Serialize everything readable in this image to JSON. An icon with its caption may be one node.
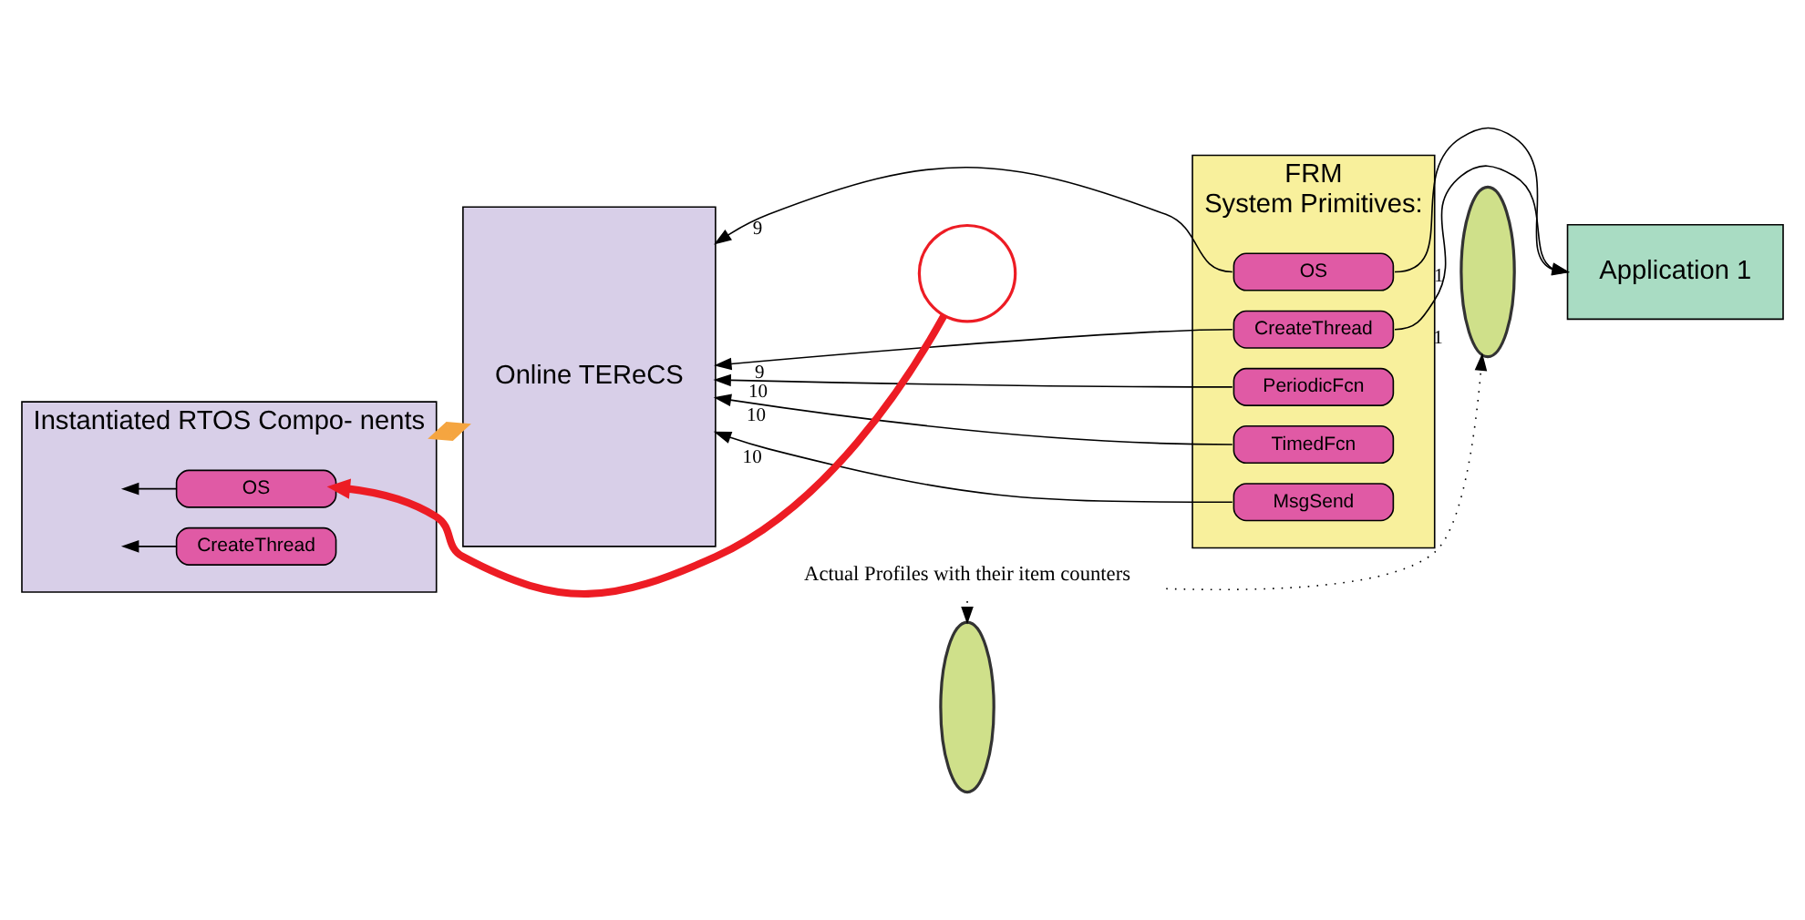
{
  "diagram": {
    "nodes": [
      {
        "text": [
          "Instantiated RTOS Compo- nents"
        ]
      },
      {
        "text": [
          "OS"
        ],
        "in": 0
      },
      {
        "text": [
          "CreateThread"
        ],
        "in": 0
      },
      {
        "text": [
          "Online TEReCS"
        ]
      },
      {
        "text": [
          "FRM",
          "System Primitives:"
        ]
      },
      {
        "text": [
          "OS"
        ],
        "in": 4
      },
      {
        "text": [
          "CreateThread"
        ],
        "in": 4
      },
      {
        "text": [
          "PeriodicFcn"
        ],
        "in": 4
      },
      {
        "text": [
          "TimedFcn"
        ],
        "in": 4
      },
      {
        "text": [
          "MsgSend"
        ],
        "in": 4
      },
      {
        "text": [
          "Application 1"
        ]
      },
      {
        "text": [],
        "shape": "ellipse"
      },
      {
        "text": [],
        "shape": "circle"
      },
      {
        "text": [],
        "shape": "ellipse"
      },
      {
        "text": [
          "Actual Profiles with their item counters"
        ]
      }
    ],
    "edges": [
      {
        "from": 12,
        "to": 1,
        "arrow": "to",
        "style": "thick",
        "color": "#ed1c24"
      },
      {
        "from": 1,
        "to": null,
        "arrow": "to"
      },
      {
        "from": 2,
        "to": null,
        "arrow": "to"
      },
      {
        "from": 0,
        "to": 3,
        "arrow": "both",
        "style": "thick",
        "color": "#f5a540"
      },
      {
        "from": 5,
        "to": 3,
        "arrow": "to",
        "label": "9"
      },
      {
        "from": 6,
        "to": 3,
        "arrow": "to",
        "label": "9"
      },
      {
        "from": 7,
        "to": 3,
        "arrow": "to",
        "label": "10"
      },
      {
        "from": 8,
        "to": 3,
        "arrow": "to",
        "label": "10"
      },
      {
        "from": 9,
        "to": 3,
        "arrow": "to",
        "label": "10"
      },
      {
        "from": 5,
        "to": 10,
        "arrow": "to",
        "label": "1"
      },
      {
        "from": 6,
        "to": 10,
        "arrow": "to",
        "label": "1"
      },
      {
        "from": 14,
        "to": 11,
        "arrow": "to",
        "style": "dashed"
      },
      {
        "from": 14,
        "to": 13,
        "arrow": "to",
        "style": "dashed"
      }
    ]
  }
}
